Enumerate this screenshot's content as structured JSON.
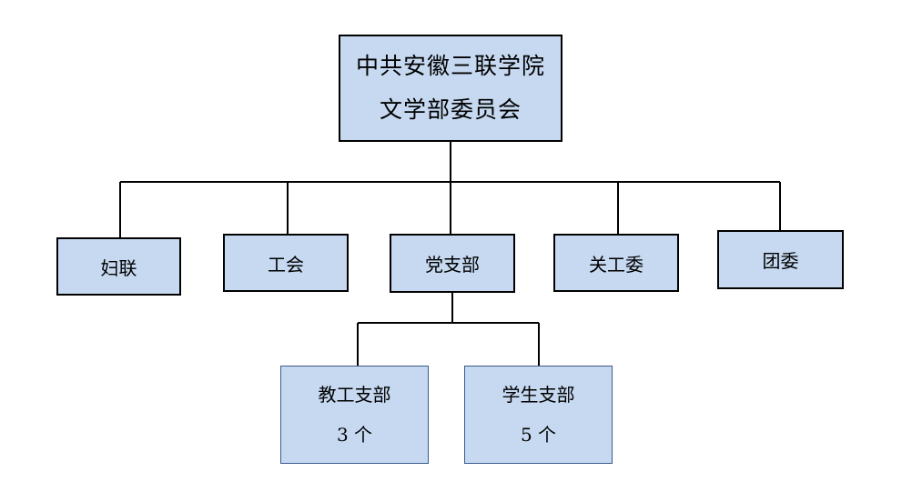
{
  "root": {
    "line1": "中共安徽三联学院",
    "line2": "文学部委员会"
  },
  "level1": [
    {
      "label": "妇联"
    },
    {
      "label": "工会"
    },
    {
      "label": "党支部"
    },
    {
      "label": "关工委"
    },
    {
      "label": "团委"
    }
  ],
  "level2": [
    {
      "label": "教工支部",
      "count": "3 个"
    },
    {
      "label": "学生支部",
      "count": "5 个"
    }
  ],
  "colors": {
    "box_fill": "#c6d9f1",
    "box_border": "#000000",
    "box_border_thin": "#3a5a8c",
    "connector": "#000000"
  }
}
